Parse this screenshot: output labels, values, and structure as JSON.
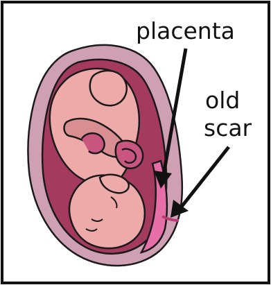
{
  "labels": {
    "placenta": "placenta",
    "old_scar_line1": "old",
    "old_scar_line2": "scar"
  },
  "colors": {
    "border": "#111111",
    "uterus_outer": "#cfa0b3",
    "uterine_cavity": "#a53a5f",
    "fetus_skin": "#eeaaa9",
    "fetus_shadow": "#d98f92",
    "outline": "#1a1a1a",
    "placenta": "#e56fa6",
    "scar": "#b93c77",
    "cord": "#c9567f"
  }
}
